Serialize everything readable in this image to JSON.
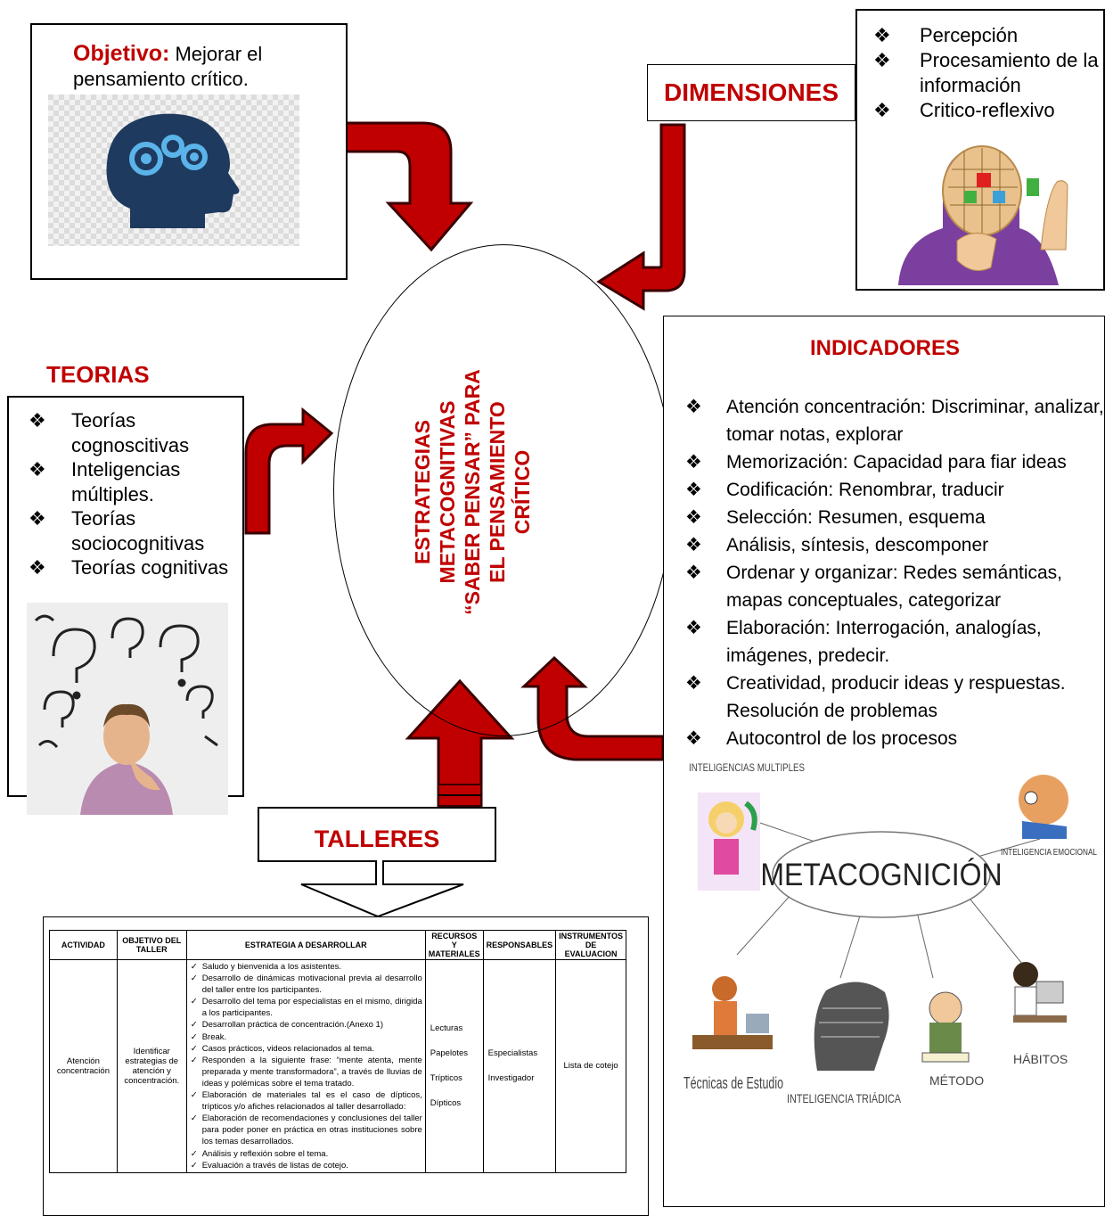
{
  "objetivo": {
    "label": "Objetivo:",
    "text": " Mejorar el pensamiento crítico."
  },
  "dimensiones": {
    "label": "DIMENSIONES",
    "items": [
      "Percepción",
      "Procesamiento de la información",
      "Critico-reflexivo"
    ]
  },
  "teorias": {
    "label": "TEORIAS",
    "items": [
      "Teorías cognoscitivas",
      "Inteligencias múltiples.",
      "Teorías sociocognitivas",
      "Teorías cognitivas"
    ]
  },
  "centro": {
    "lines": [
      "ESTRATEGIAS",
      "METACOGNITIVAS",
      "“SABER PENSAR” PARA",
      "EL PENSAMIENTO",
      "CRÍTICO"
    ]
  },
  "indicadores": {
    "label": "INDICADORES",
    "items": [
      "Atención concentración: Discriminar, analizar, tomar notas, explorar",
      "Memorización: Capacidad para fiar ideas",
      "Codificación: Renombrar, traducir",
      "Selección: Resumen, esquema",
      "Análisis, síntesis, descomponer",
      "Ordenar y organizar: Redes semánticas, mapas conceptuales, categorizar",
      "Elaboración: Interrogación, analogías, imágenes, predecir.",
      "Creatividad, producir ideas y respuestas. Resolución de problemas",
      "Autocontrol de los procesos"
    ]
  },
  "talleres": {
    "label": "TALLERES"
  },
  "mapa": {
    "center": "METACOGNICIÓN",
    "nodes": [
      "INTELIGENCIAS MULTIPLES",
      "INTELIGENCIA EMOCIONAL",
      "Técnicas de Estudio",
      "INTELIGENCIA TRIÁDICA",
      "MÉTODO",
      "HÁBITOS"
    ]
  },
  "tabla": {
    "headers": [
      "ACTIVIDAD",
      "OBJETIVO DEL TALLER",
      "ESTRATEGIA A DESARROLLAR",
      "RECURSOS Y MATERIALES",
      "RESPONSABLES",
      "INSTRUMENTOS DE EVALUACION"
    ],
    "actividad": "Atención concentración",
    "objetivo": "Identificar estrategias de atención y concentración.",
    "estrategias": [
      "Saludo y bienvenida a los asistentes.",
      "Desarrollo de dinámicas motivacional previa al desarrollo del taller entre los participantes.",
      "Desarrollo del tema por especialistas en el mismo, dirigida a los participantes.",
      "Desarrollan práctica de concentración.(Anexo 1)",
      "Break.",
      "Casos prácticos, videos relacionados al tema.",
      "Responden a la siguiente frase: “mente atenta, mente preparada y mente transformadora”, a través de lluvias de ideas y polémicas sobre el tema tratado.",
      "Elaboración de materiales tal es el caso de dípticos, trípticos y/o afiches relacionados al taller desarrollado:",
      "Elaboración de recomendaciones y conclusiones del taller para poder poner en práctica en otras instituciones sobre los temas desarrollados.",
      "Análisis y reflexión sobre el tema.",
      "Evaluación a través de listas de cotejo."
    ],
    "recursos": [
      "Lecturas",
      "Papelotes",
      "Trípticos",
      "Dípticos"
    ],
    "responsables": [
      "Especialistas",
      "Investigador"
    ],
    "instrumentos": "Lista de cotejo"
  },
  "colors": {
    "accent": "#c00000",
    "arrow_dark": "#7a0000",
    "brain": "#1f3a5f",
    "gear": "#3a9ad9"
  }
}
